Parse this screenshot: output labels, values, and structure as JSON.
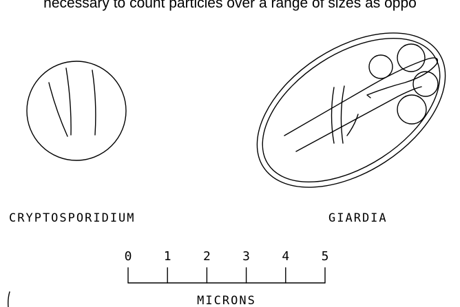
{
  "caption": "necessary to count particles over a range of sizes as oppo",
  "organisms": [
    {
      "label": "CRYPTOSPORIDIUM"
    },
    {
      "label": "GIARDIA"
    }
  ],
  "scale": {
    "ticks": [
      "0",
      "1",
      "2",
      "3",
      "4",
      "5"
    ],
    "unit_label": "MICRONS"
  },
  "colors": {
    "line": "#000000",
    "background": "#ffffff"
  }
}
